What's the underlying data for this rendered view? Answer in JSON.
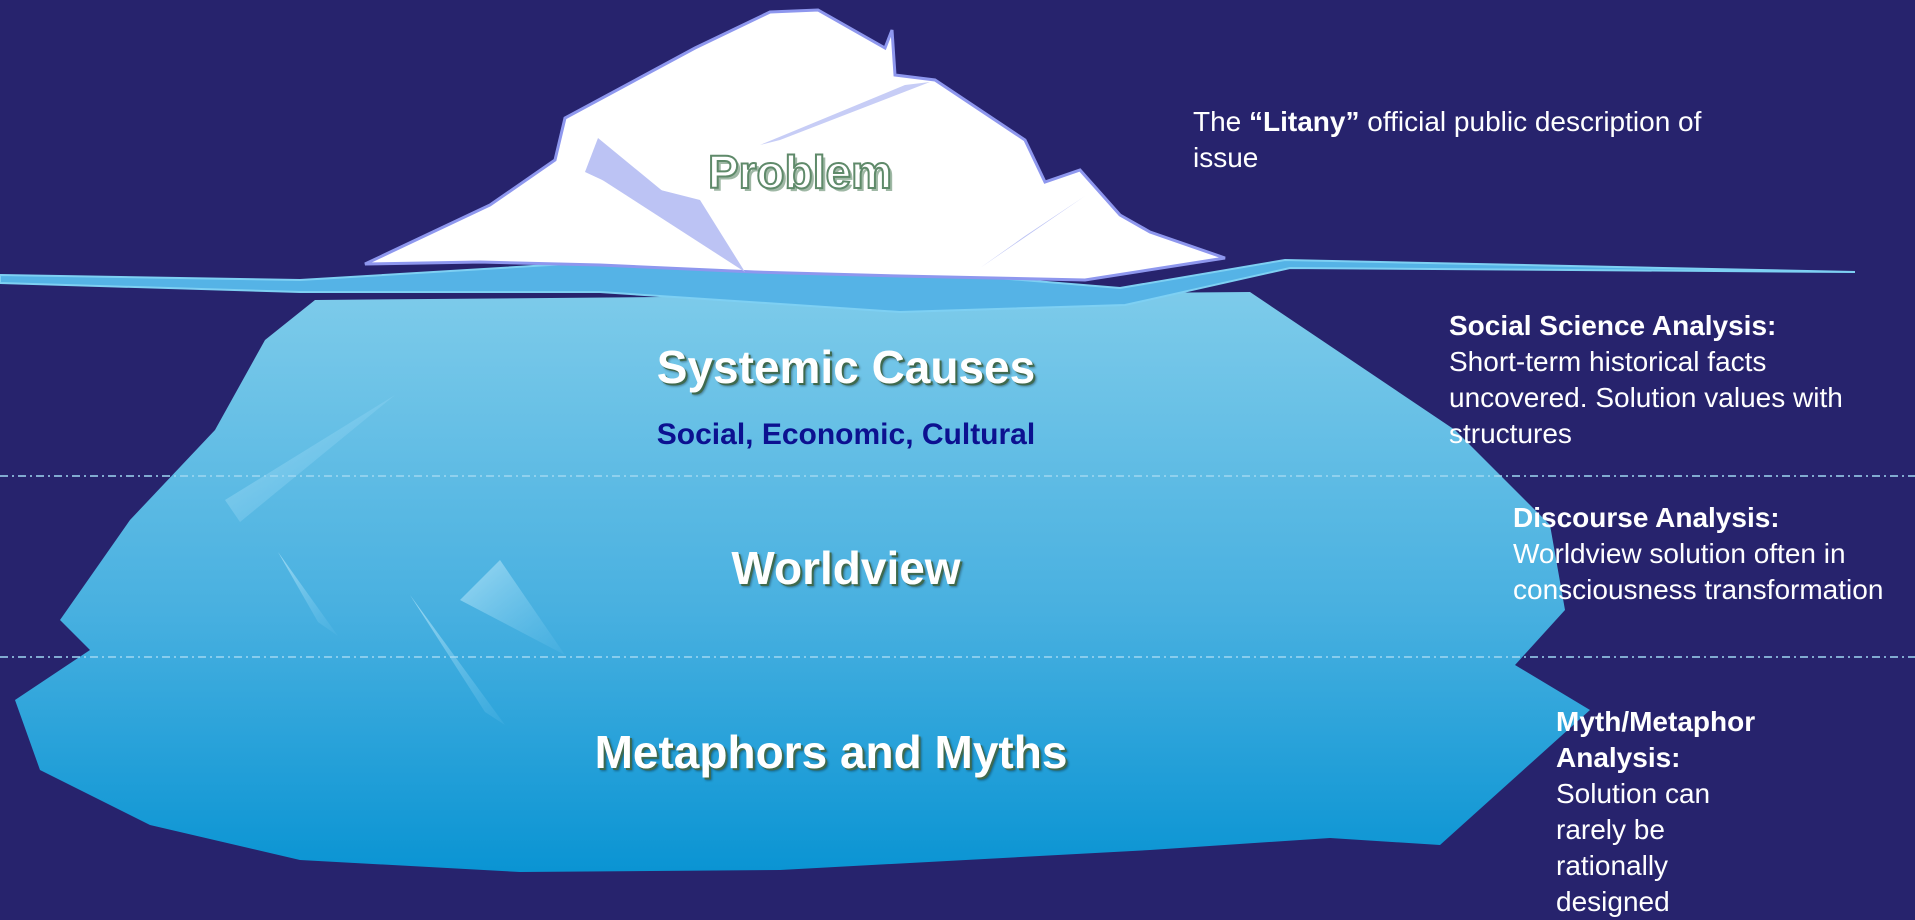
{
  "iceberg": {
    "problem_label": "Problem",
    "systemic_label": "Systemic Causes",
    "systemic_sub": "Social, Economic, Cultural",
    "worldview_label": "Worldview",
    "myths_label": "Metaphors and Myths"
  },
  "notes": {
    "litany": {
      "prefix": "The ",
      "bold": "“Litany”",
      "rest": " official public description of issue"
    },
    "social": {
      "heading": "Social Science Analysis:",
      "body": "Short-term historical facts uncovered.  Solution values with structures"
    },
    "discourse": {
      "heading": "Discourse Analysis:",
      "body": "Worldview solution often in consciousness transformation"
    },
    "myth": {
      "heading": "Myth/Metaphor Analysis:",
      "body": "Solution can rarely be rationally designed"
    }
  },
  "colors": {
    "background": "#27236d",
    "ice_top": "#7cc8e8",
    "ice_bottom": "#0a95d4",
    "waterline": "#55b3e6",
    "peak": "#ffffff",
    "peak_shade": "#bcc3f4",
    "subtitle": "#0c1190"
  }
}
